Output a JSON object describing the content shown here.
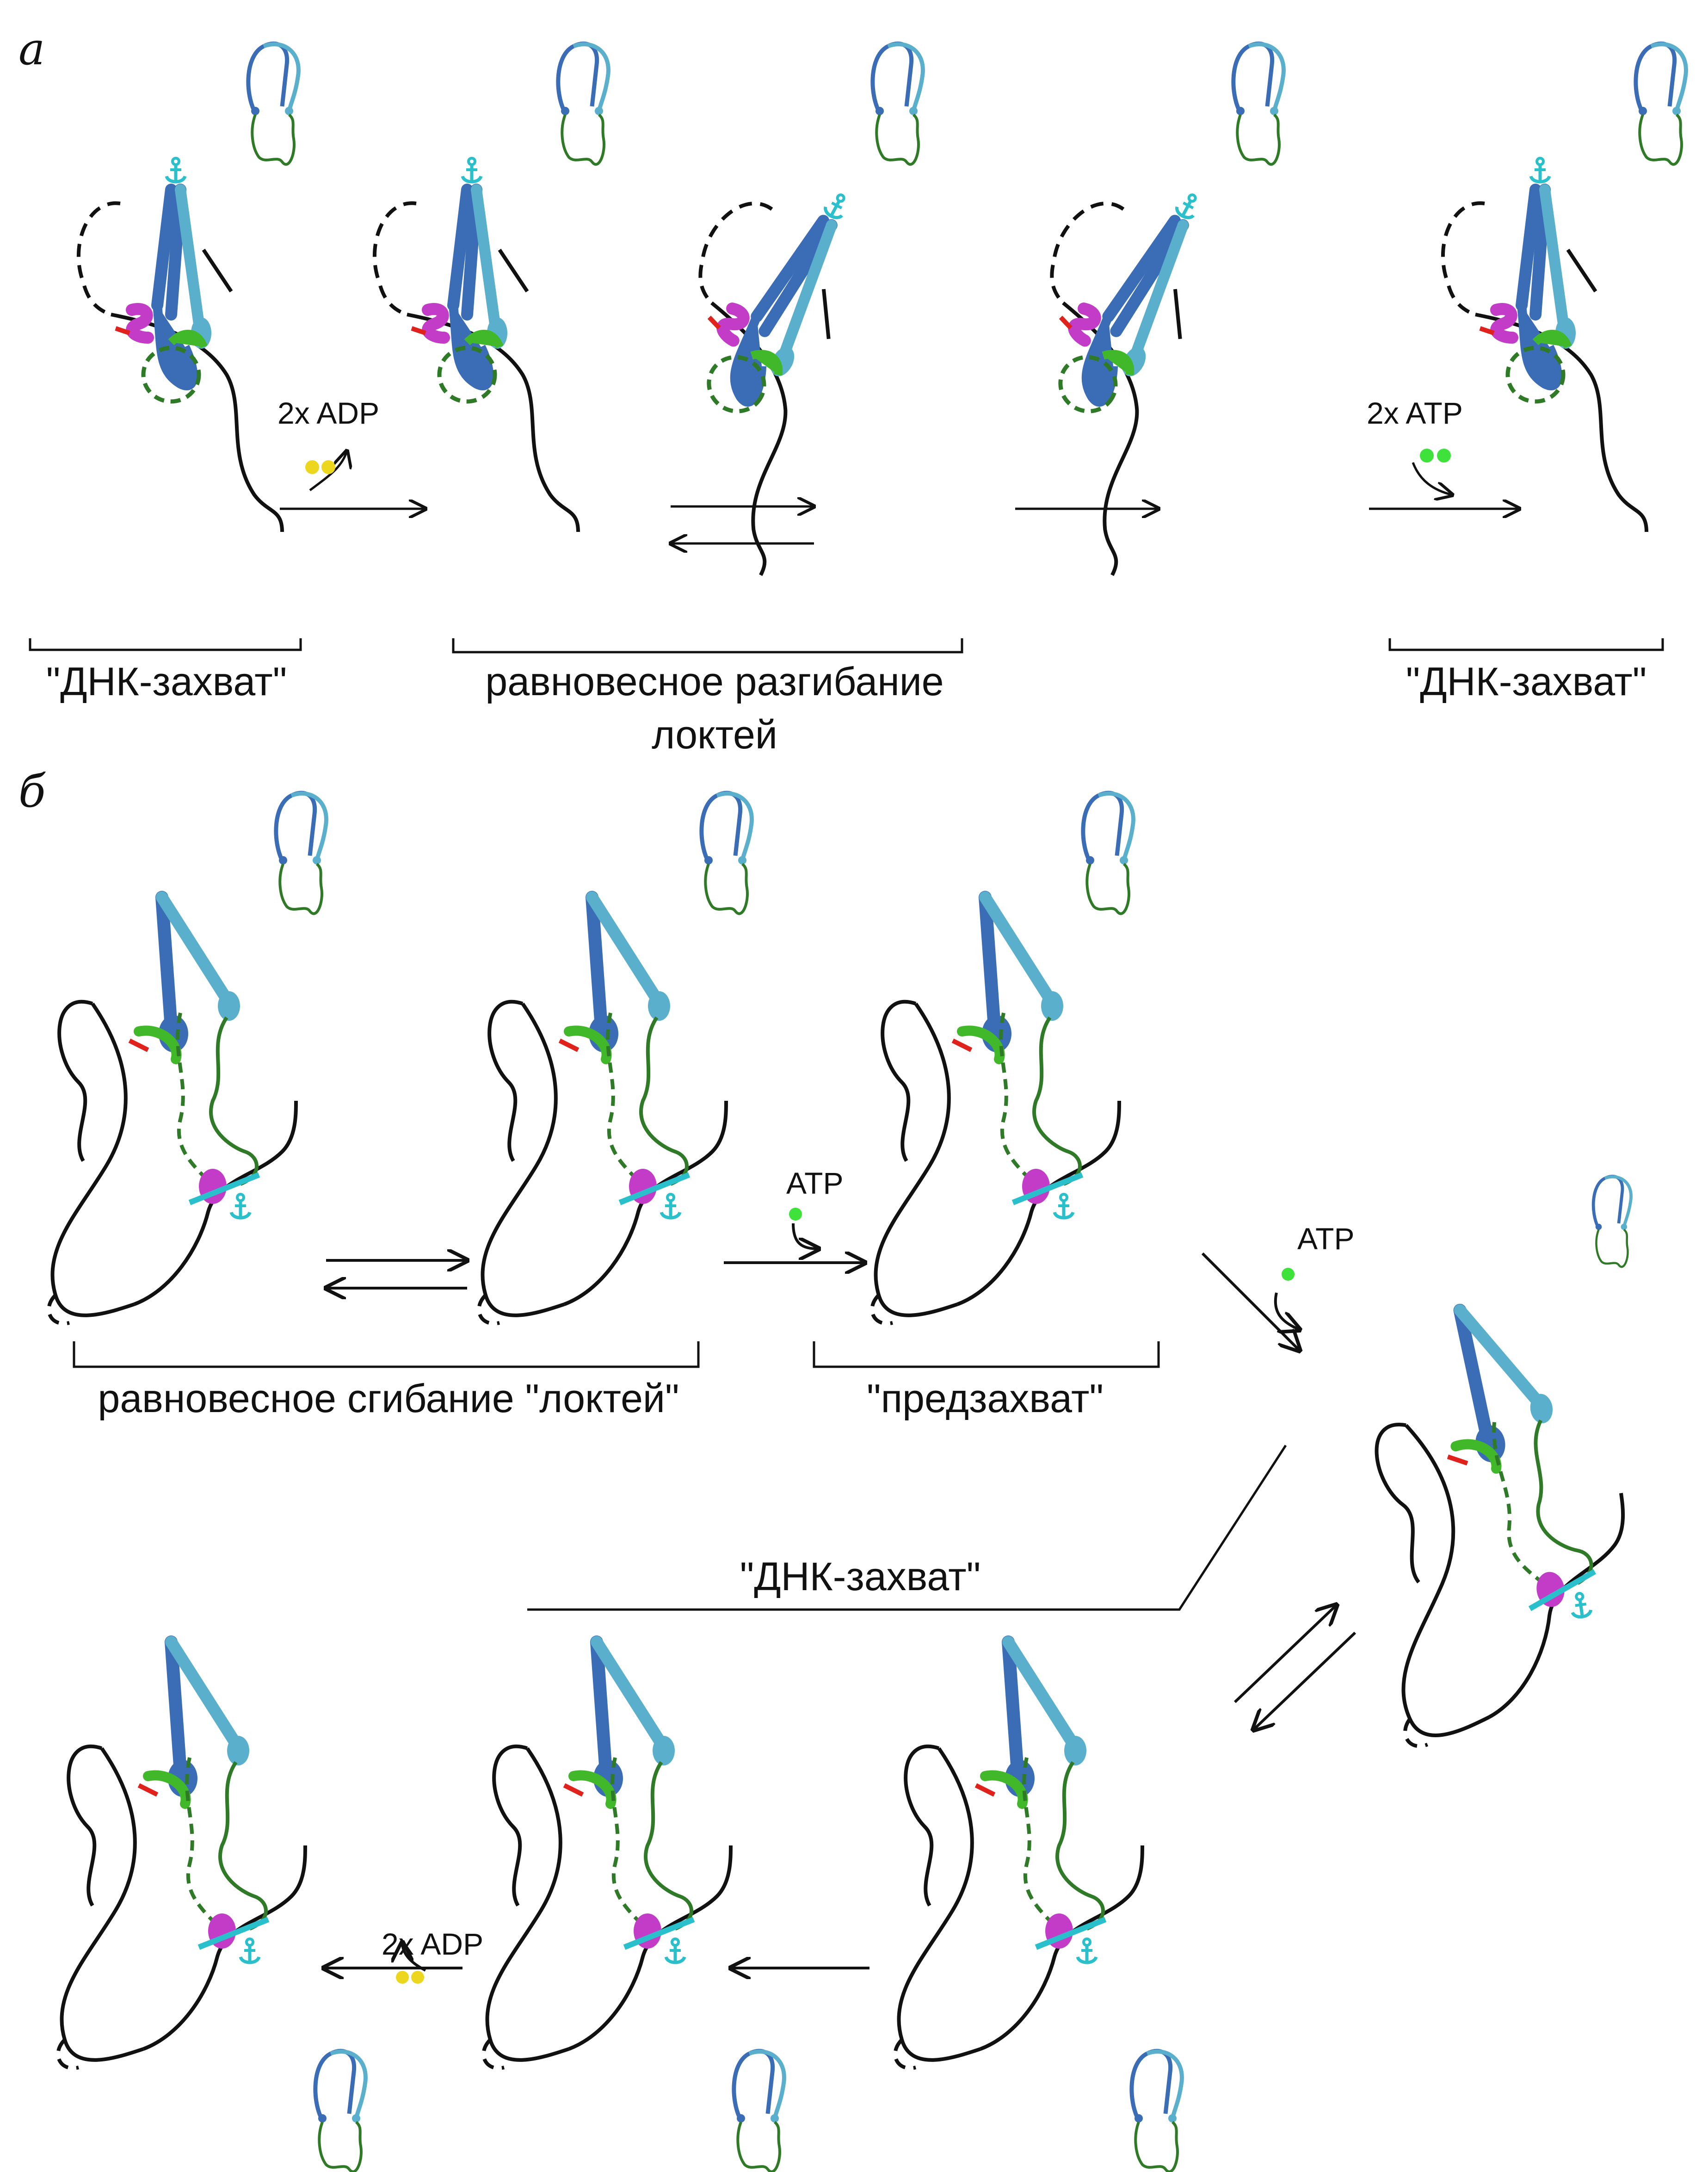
{
  "panels": {
    "a": "а",
    "b": "б"
  },
  "panel_a": {
    "step1_reagent": "2x ADP",
    "step4_reagent": "2x ATP",
    "bracket_left": "\"ДНК-захват\"",
    "bracket_mid_line1": "равновесное разгибание",
    "bracket_mid_line2": "локтей",
    "bracket_right": "\"ДНК-захват\""
  },
  "panel_b": {
    "reagent_atp_1": "ATP",
    "reagent_atp_2": "ATP",
    "reagent_adp": "2x ADP",
    "bracket_bend": "равновесное сгибание \"локтей\"",
    "bracket_precapture": "\"предзахват\"",
    "capture_label": "\"ДНК-захват\""
  },
  "colors": {
    "dna": "#111111",
    "arm_dark_blue": "#3a6db5",
    "arm_light_blue": "#5ab0cc",
    "kleisin_green": "#2f7a27",
    "hawk_green": "#41b829",
    "kite_magenta": "#c33cc8",
    "dna_red": "#e0221c",
    "anchor_cyan": "#29c0cc",
    "adp_yellow": "#ecd61e",
    "atp_green": "#3ee23a"
  },
  "icons": [
    "anchor-icon",
    "adp-molecule-icon",
    "atp-molecule-icon",
    "cohesin-ring-icon"
  ]
}
